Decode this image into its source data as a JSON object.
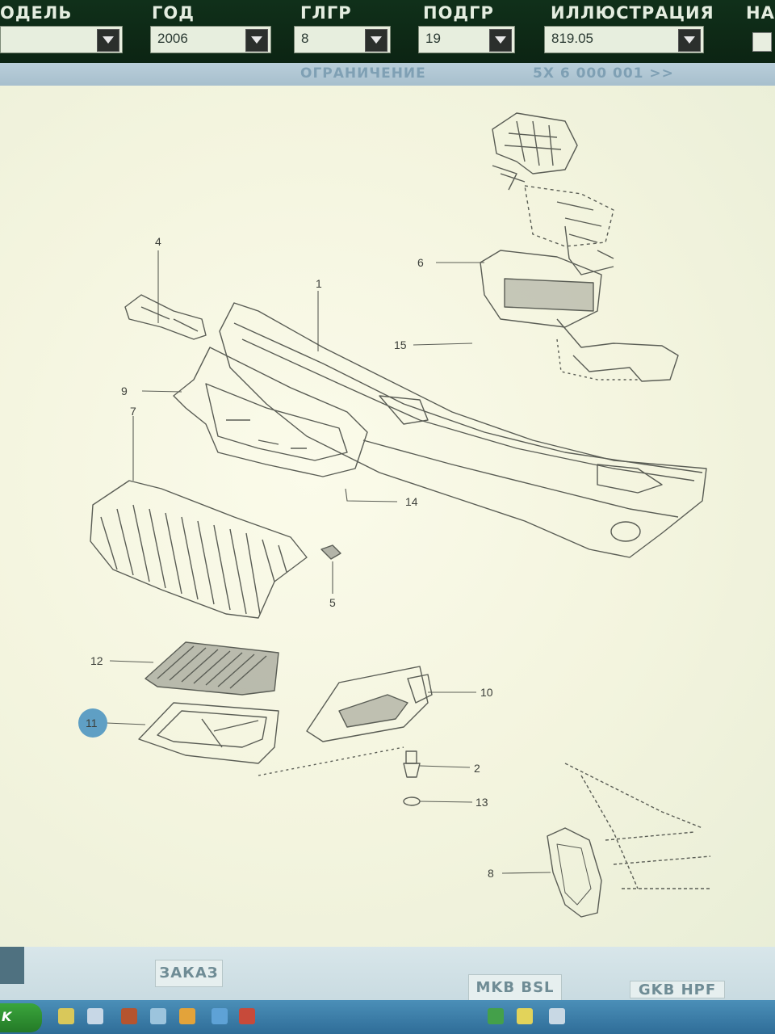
{
  "filters": {
    "model": {
      "label": "ОДЕЛЬ",
      "value": ""
    },
    "year": {
      "label": "ГОД",
      "value": "2006"
    },
    "main_group": {
      "label": "ГЛГР",
      "value": "8"
    },
    "sub_group": {
      "label": "ПОДГР",
      "value": "19"
    },
    "illustration": {
      "label": "ИЛЛЮСТРАЦИЯ",
      "value": "819.05"
    },
    "extra": {
      "label": "НА"
    }
  },
  "title_strip": {
    "restriction": "ОГРАНИЧЕНИЕ",
    "range": "5X 6 000 001 >>"
  },
  "diagram": {
    "callouts": [
      "1",
      "2",
      "4",
      "5",
      "6",
      "7",
      "8",
      "9",
      "10",
      "11",
      "12",
      "13",
      "14",
      "15"
    ],
    "selected_callout": "11"
  },
  "bottom_bar": {
    "order": "ЗАКАЗ",
    "engine_gearbox": "MKB BSL",
    "gearbox_code": "GKB HPF"
  },
  "taskbar": {
    "start": "K"
  },
  "colors": {
    "header_bg": "#10301a",
    "strip_bg": "#b1c7d4",
    "canvas_bg": "#f6f7e2",
    "selected_callout": "#5f9fc4",
    "taskbar_bg": "#3d7eaa"
  }
}
